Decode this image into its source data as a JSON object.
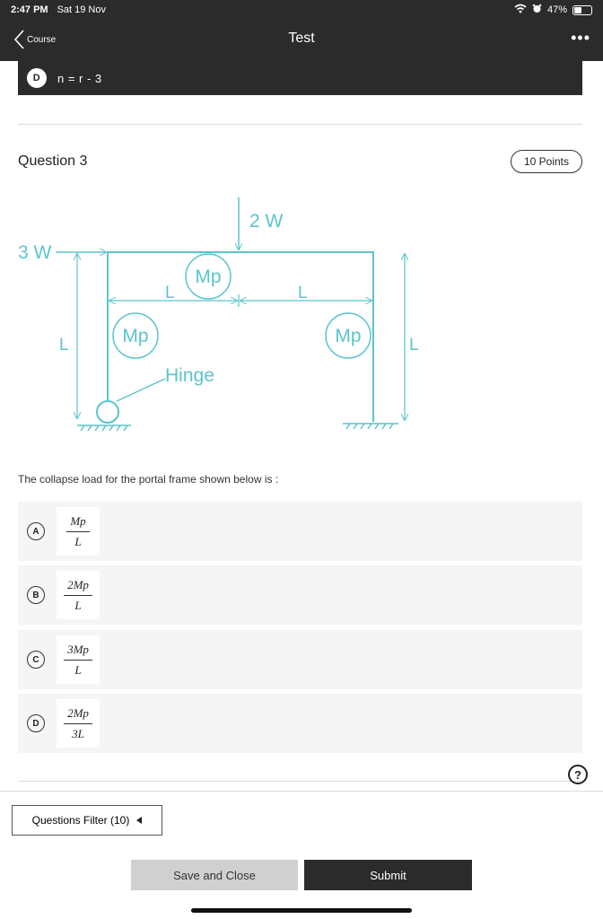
{
  "status": {
    "time": "2:47 PM",
    "date": "Sat 19 Nov",
    "battery": "47%",
    "battery_level": 0.47
  },
  "nav": {
    "back_label": "Course",
    "title": "Test",
    "more": "•••"
  },
  "previous_option": {
    "letter": "D",
    "text": "n = r - 3"
  },
  "question": {
    "title": "Question 3",
    "points": "10 Points",
    "text": "The collapse load for the portal frame shown below is :"
  },
  "diagram": {
    "load_top": "2 W",
    "load_side": "3 W",
    "span_left": "L",
    "span_right": "L",
    "height_left": "L",
    "height_right": "L",
    "mp_top": "Mp",
    "mp_left": "Mp",
    "mp_right": "Mp",
    "hinge": "Hinge"
  },
  "options": [
    {
      "letter": "A",
      "num": "Mp",
      "den": "L"
    },
    {
      "letter": "B",
      "num": "2Mp",
      "den": "L"
    },
    {
      "letter": "C",
      "num": "3Mp",
      "den": "L"
    },
    {
      "letter": "D",
      "num": "2Mp",
      "den": "3L"
    }
  ],
  "help": "?",
  "footer": {
    "filter_label": "Questions Filter (10)",
    "save_label": "Save and Close",
    "submit_label": "Submit"
  },
  "colors": {
    "dark": "#2b2b2b",
    "diagram": "#5cc4cc",
    "option_bg": "#f5f5f5"
  }
}
